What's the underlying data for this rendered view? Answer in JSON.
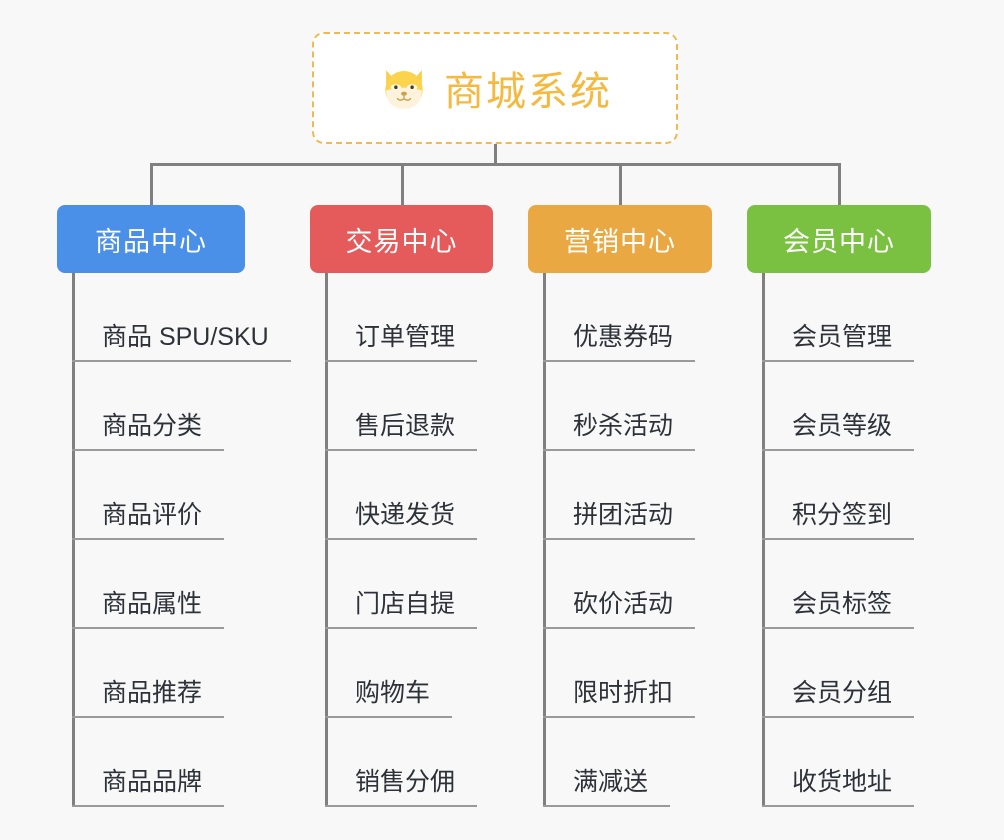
{
  "page": {
    "background": "#f8f8f8",
    "connector_color": "#808080"
  },
  "root": {
    "title": "商城系统",
    "icon": "dog-face-icon",
    "title_color": "#f5b93f",
    "border_color": "#f0b952"
  },
  "branches": [
    {
      "label": "商品中心",
      "color": "#4a90e8",
      "items": [
        "商品 SPU/SKU",
        "商品分类",
        "商品评价",
        "商品属性",
        "商品推荐",
        "商品品牌"
      ]
    },
    {
      "label": "交易中心",
      "color": "#e55b5b",
      "items": [
        "订单管理",
        "售后退款",
        "快递发货",
        "门店自提",
        "购物车",
        "销售分佣"
      ]
    },
    {
      "label": "营销中心",
      "color": "#eaa843",
      "items": [
        "优惠券码",
        "秒杀活动",
        "拼团活动",
        "砍价活动",
        "限时折扣",
        "满减送"
      ]
    },
    {
      "label": "会员中心",
      "color": "#7ac142",
      "items": [
        "会员管理",
        "会员等级",
        "积分签到",
        "会员标签",
        "会员分组",
        "收货地址"
      ]
    }
  ]
}
